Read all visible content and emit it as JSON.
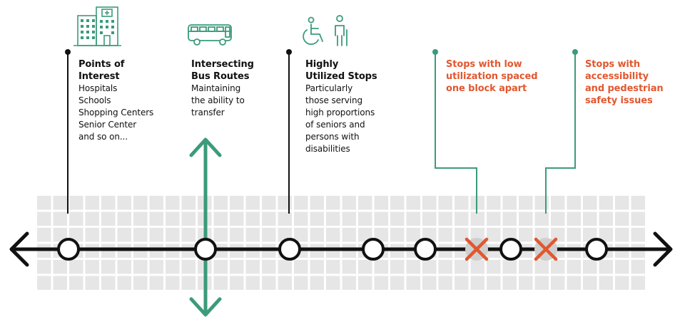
{
  "columns": [
    {
      "title": "Points of\nInterest",
      "body": "Hospitals\nSchools\nShopping Centers\nSenior Center\nand so on...",
      "icon": "hospital-building-icon"
    },
    {
      "title": "Intersecting\nBus Routes",
      "body": "Maintaining\nthe ability to\ntransfer",
      "icon": "bus-icon"
    },
    {
      "title": "Highly\nUtilized Stops",
      "body": "Particularly\nthose serving\nhigh proportions\nof seniors and\npersons with\ndisabilities",
      "icon": "wheelchair-and-person-icon"
    }
  ],
  "red_labels": [
    {
      "text": "Stops with low\nutilization spaced\none block apart"
    },
    {
      "text": "Stops with\naccessibility\nand pedestrian\nsafety issues"
    }
  ],
  "colors": {
    "green": "#3b9b7a",
    "red": "#e2572f",
    "line": "#111111",
    "grid": "#e6e6e6",
    "x_bg": "#cfcfcf"
  }
}
